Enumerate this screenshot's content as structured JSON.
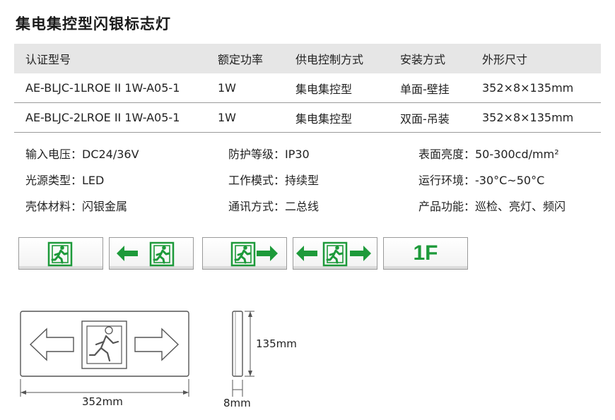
{
  "title": "集电集控型闪银标志灯",
  "table": {
    "headers": [
      "认证型号",
      "额定功率",
      "供电控制方式",
      "安装方式",
      "外形尺寸"
    ],
    "rows": [
      [
        "AE-BLJC-1LROE II 1W-A05-1",
        "1W",
        "集电集控型",
        "单面-壁挂",
        "352×8×135mm"
      ],
      [
        "AE-BLJC-2LROE II 1W-A05-1",
        "1W",
        "集电集控型",
        "双面-吊装",
        "352×8×135mm"
      ]
    ]
  },
  "specs": [
    [
      "输入电压：DC24/36V",
      "防护等级：IP30",
      "表面亮度：50-300cd/mm²"
    ],
    [
      "光源类型：LED",
      "工作模式：持续型",
      "运行环境：-30°C~50°C"
    ],
    [
      "壳体材料：闪银金属",
      "通讯方式：二总线",
      "产品功能：巡检、亮灯、频闪"
    ]
  ],
  "signs": {
    "floor_label": "1F",
    "icon_color": "#1d9a3a"
  },
  "dimensions": {
    "width_label": "352mm",
    "height_label": "135mm",
    "depth_label": "8mm"
  }
}
